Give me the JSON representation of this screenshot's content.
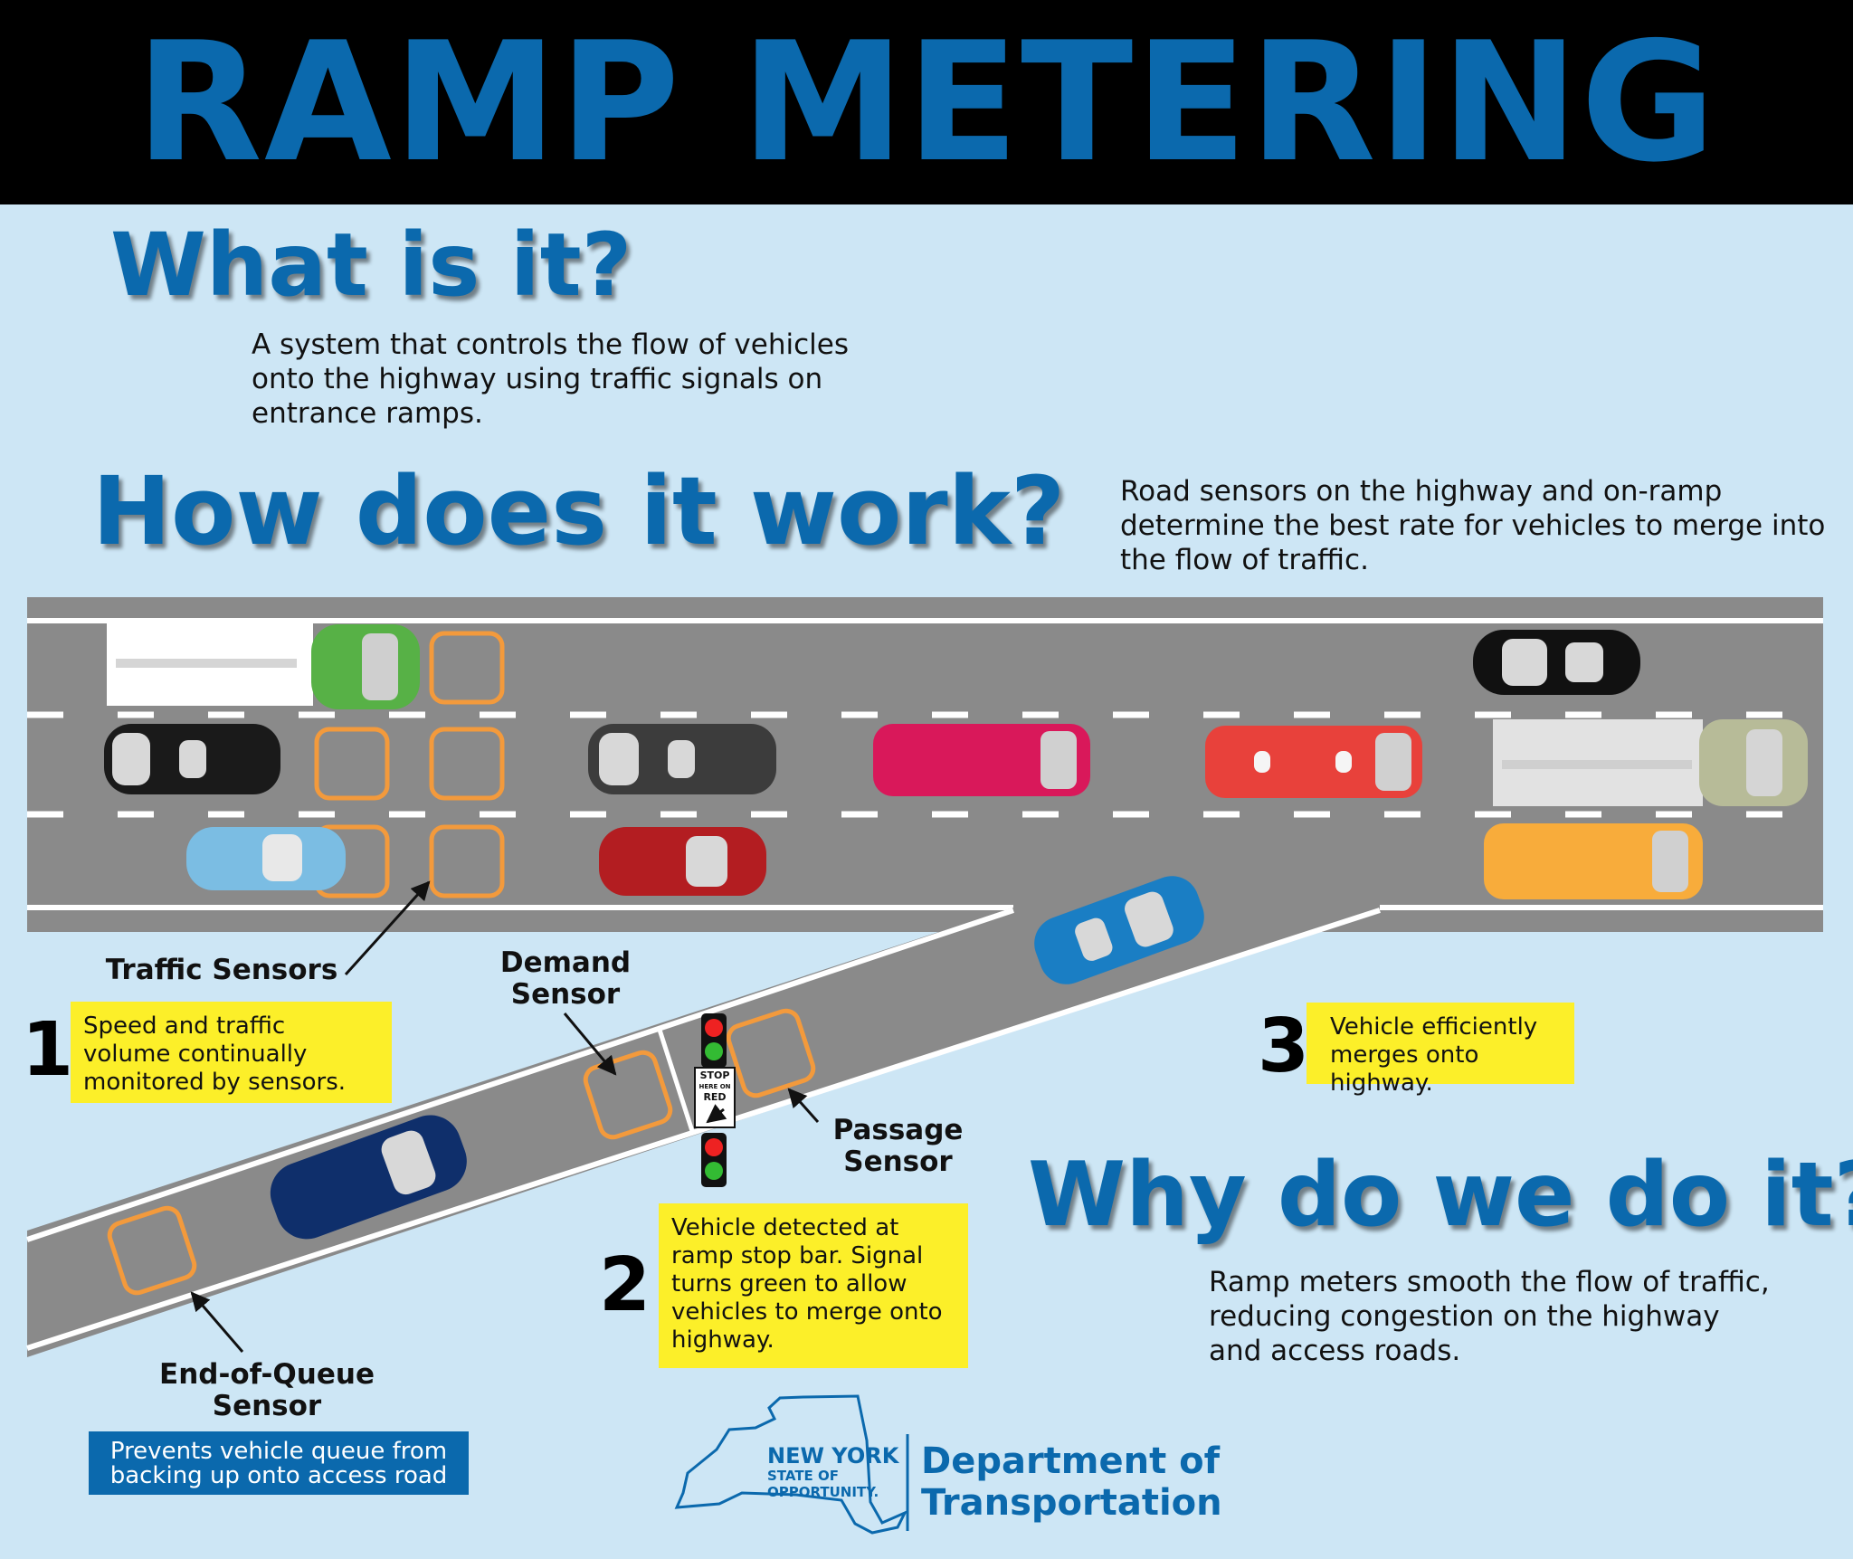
{
  "title": "RAMP METERING",
  "what": {
    "heading": "What is it?",
    "text": "A system that controls the flow of vehicles onto the highway using traffic signals on entrance ramps."
  },
  "how": {
    "heading": "How does it work?",
    "text": "Road sensors on the highway and on-ramp determine the best rate for vehicles to merge into the flow of traffic."
  },
  "why": {
    "heading": "Why do we do it?",
    "text": "Ramp meters smooth the flow of traffic, reducing congestion on the highway and access roads."
  },
  "labels": {
    "traffic_sensors": "Traffic Sensors",
    "demand_sensor": "Demand Sensor",
    "passage_sensor": "Passage Sensor",
    "end_of_queue_sensor": "End-of-Queue Sensor"
  },
  "steps": [
    {
      "number": "1",
      "text": "Speed and traffic volume continually monitored by sensors."
    },
    {
      "number": "2",
      "text": "Vehicle detected at ramp stop bar. Signal turns green to allow vehicles to merge onto highway."
    },
    {
      "number": "3",
      "text": "Vehicle efficiently merges onto highway."
    }
  ],
  "end_of_queue_note": "Prevents vehicle queue from backing up onto access road",
  "stop_sign": {
    "line1": "STOP",
    "line2": "HERE ON",
    "line3": "RED"
  },
  "logo": {
    "state_line1": "NEW YORK",
    "state_line2": "STATE OF",
    "state_line3": "OPPORTUNITY.",
    "dept_line1": "Department of",
    "dept_line2": "Transportation"
  },
  "colors": {
    "brand_blue": "#0b69ad",
    "background": "#cde6f5",
    "road": "#8a8a8a",
    "sensor": "#f39a3c",
    "step_box": "#fcef29"
  }
}
